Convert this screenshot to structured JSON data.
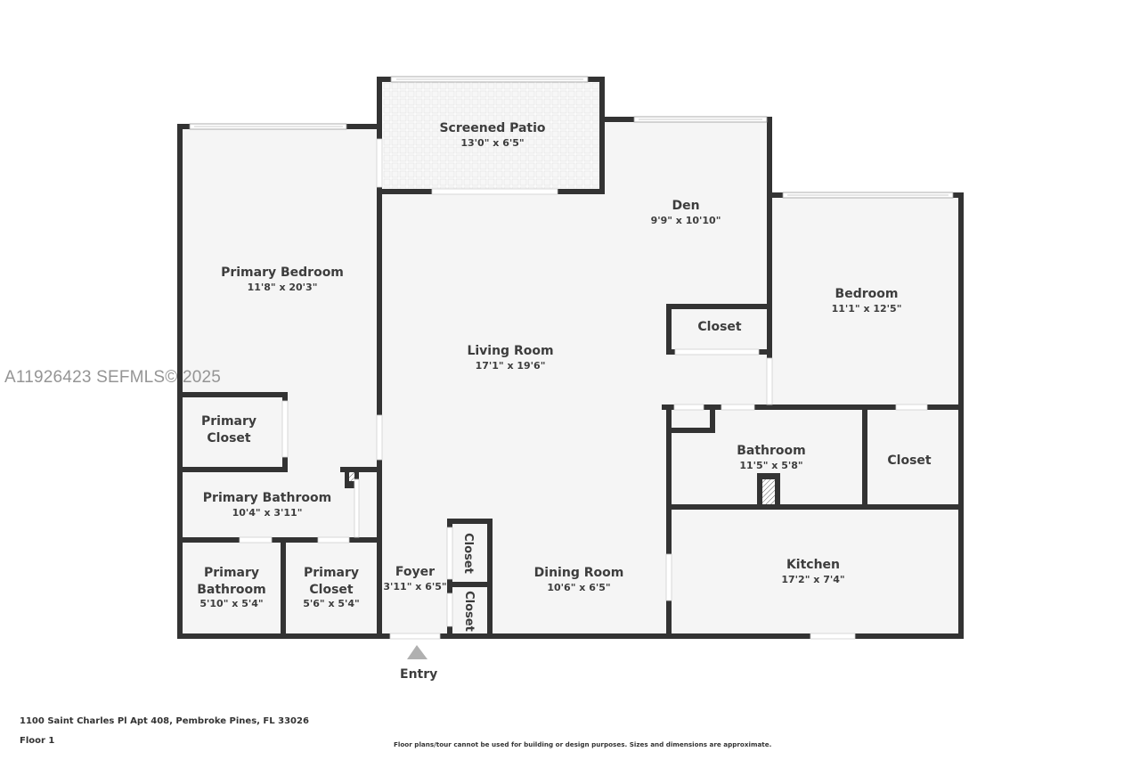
{
  "floor_plan": {
    "rooms": [
      {
        "id": "screened-patio",
        "name": "Screened Patio",
        "dims": "13'0\" x 6'5\""
      },
      {
        "id": "den",
        "name": "Den",
        "dims": "9'9\" x 10'10\""
      },
      {
        "id": "primary-bedroom",
        "name": "Primary Bedroom",
        "dims": "11'8\" x 20'3\""
      },
      {
        "id": "bedroom",
        "name": "Bedroom",
        "dims": "11'1\" x 12'5\""
      },
      {
        "id": "closet-den",
        "name": "Closet",
        "dims": ""
      },
      {
        "id": "living-room",
        "name": "Living Room",
        "dims": "17'1\" x 19'6\""
      },
      {
        "id": "primary-closet-1",
        "name": "Primary Closet",
        "name_lines": [
          "Primary",
          "Closet"
        ],
        "dims": ""
      },
      {
        "id": "bathroom",
        "name": "Bathroom",
        "dims": "11'5\" x 5'8\""
      },
      {
        "id": "closet-bedroom",
        "name": "Closet",
        "dims": ""
      },
      {
        "id": "primary-bathroom-1",
        "name": "Primary Bathroom",
        "dims": "10'4\" x 3'11\""
      },
      {
        "id": "primary-bathroom-2",
        "name": "Primary Bathroom",
        "name_lines": [
          "Primary",
          "Bathroom"
        ],
        "dims": "5'10\" x 5'4\""
      },
      {
        "id": "primary-closet-2",
        "name": "Primary Closet",
        "name_lines": [
          "Primary",
          "Closet"
        ],
        "dims": "5'6\" x 5'4\""
      },
      {
        "id": "foyer",
        "name": "Foyer",
        "dims": "3'11\" x 6'5\""
      },
      {
        "id": "closet-foyer-1",
        "name": "Closet",
        "dims": ""
      },
      {
        "id": "closet-foyer-2",
        "name": "Closet",
        "dims": ""
      },
      {
        "id": "dining-room",
        "name": "Dining Room",
        "dims": "10'6\" x 6'5\""
      },
      {
        "id": "kitchen",
        "name": "Kitchen",
        "dims": "17'2\" x 7'4\""
      }
    ],
    "entry_label": "Entry"
  },
  "watermark": "A11926423  SEFMLS© 2025",
  "footer": {
    "address": "1100 Saint Charles Pl Apt 408, Pembroke Pines, FL 33026",
    "floor": "Floor 1",
    "disclaimer": "Floor plans/tour cannot be used for building or design purposes. Sizes and dimensions are approximate."
  },
  "colors": {
    "wall": "#333333",
    "floor": "#f5f5f5",
    "text": "#3d3d3d",
    "entry_arrow": "#b0b0b0"
  }
}
